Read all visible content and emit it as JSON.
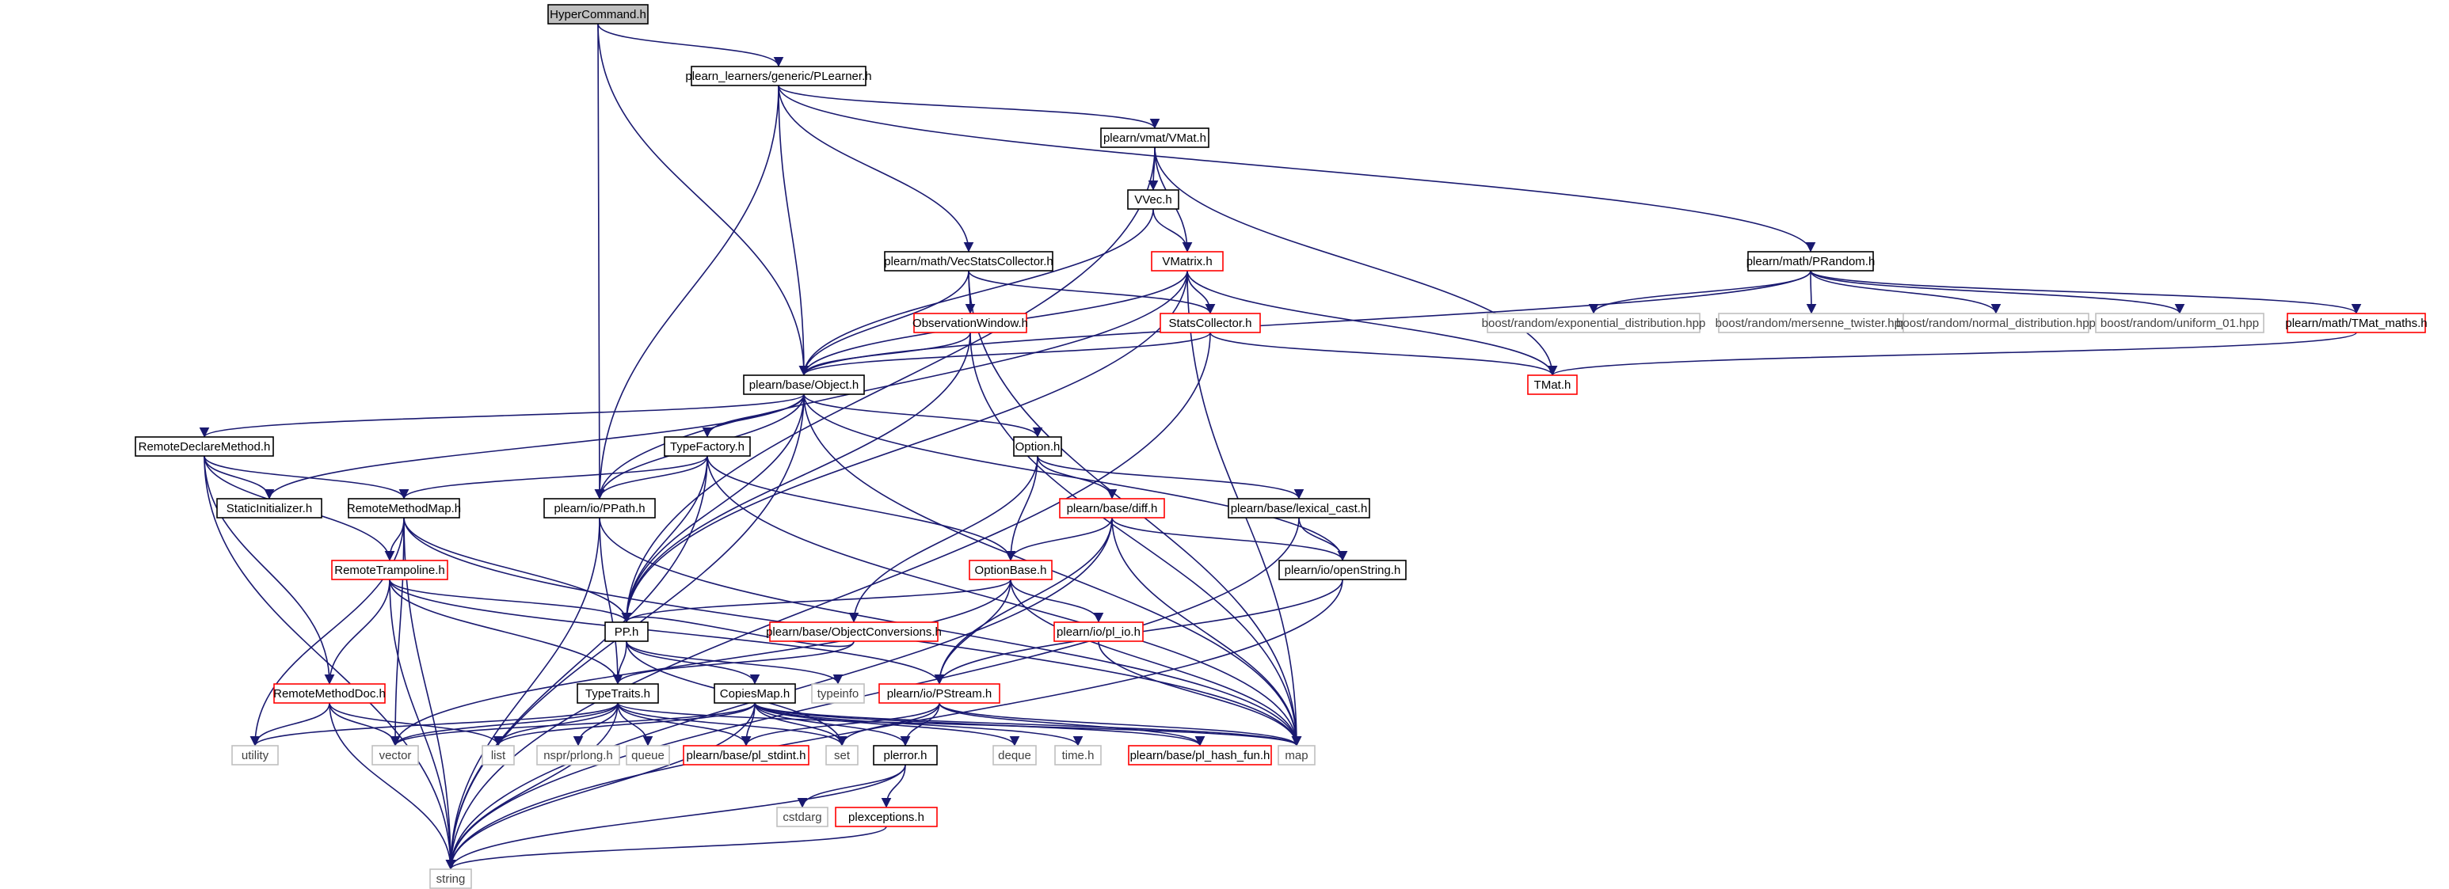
{
  "colors": {
    "edge": "#191970",
    "normal_border": "#000000",
    "missing_border": "#ff0000",
    "external_border": "#bfbfbf",
    "external_text": "#404040",
    "root_fill": "#bfbfbf",
    "text": "#000000"
  },
  "nodes": [
    {
      "id": "hypercommand",
      "label": "HyperCommand.h",
      "kind": "root"
    },
    {
      "id": "plearner",
      "label": "plearn_learners/generic/PLearner.h",
      "kind": "normal"
    },
    {
      "id": "vmat",
      "label": "plearn/vmat/VMat.h",
      "kind": "normal"
    },
    {
      "id": "vvec",
      "label": "VVec.h",
      "kind": "normal"
    },
    {
      "id": "vecstats",
      "label": "plearn/math/VecStatsCollector.h",
      "kind": "normal"
    },
    {
      "id": "vmatrix",
      "label": "VMatrix.h",
      "kind": "red"
    },
    {
      "id": "prandom",
      "label": "plearn/math/PRandom.h",
      "kind": "normal"
    },
    {
      "id": "obswin",
      "label": "ObservationWindow.h",
      "kind": "red"
    },
    {
      "id": "statscol",
      "label": "StatsCollector.h",
      "kind": "red"
    },
    {
      "id": "expdist",
      "label": "boost/random/exponential_distribution.hpp",
      "kind": "external"
    },
    {
      "id": "mersenne",
      "label": "boost/random/mersenne_twister.hpp",
      "kind": "external"
    },
    {
      "id": "normdist",
      "label": "boost/random/normal_distribution.hpp",
      "kind": "external"
    },
    {
      "id": "uniform01",
      "label": "boost/random/uniform_01.hpp",
      "kind": "external"
    },
    {
      "id": "tmatmaths",
      "label": "plearn/math/TMat_maths.h",
      "kind": "red"
    },
    {
      "id": "object",
      "label": "plearn/base/Object.h",
      "kind": "normal"
    },
    {
      "id": "tmat",
      "label": "TMat.h",
      "kind": "red"
    },
    {
      "id": "remotedeclare",
      "label": "RemoteDeclareMethod.h",
      "kind": "normal"
    },
    {
      "id": "typefactory",
      "label": "TypeFactory.h",
      "kind": "normal"
    },
    {
      "id": "option",
      "label": "Option.h",
      "kind": "normal"
    },
    {
      "id": "staticinit",
      "label": "StaticInitializer.h",
      "kind": "normal"
    },
    {
      "id": "remotemethodmap",
      "label": "RemoteMethodMap.h",
      "kind": "normal"
    },
    {
      "id": "ppath",
      "label": "plearn/io/PPath.h",
      "kind": "normal"
    },
    {
      "id": "diff",
      "label": "plearn/base/diff.h",
      "kind": "red"
    },
    {
      "id": "lexicalcast",
      "label": "plearn/base/lexical_cast.h",
      "kind": "normal"
    },
    {
      "id": "remotetramp",
      "label": "RemoteTrampoline.h",
      "kind": "red"
    },
    {
      "id": "optionbase",
      "label": "OptionBase.h",
      "kind": "red"
    },
    {
      "id": "openstring",
      "label": "plearn/io/openString.h",
      "kind": "normal"
    },
    {
      "id": "objconv",
      "label": "plearn/base/ObjectConversions.h",
      "kind": "red"
    },
    {
      "id": "plio",
      "label": "plearn/io/pl_io.h",
      "kind": "red"
    },
    {
      "id": "pp",
      "label": "PP.h",
      "kind": "normal"
    },
    {
      "id": "remotemethoddoc",
      "label": "RemoteMethodDoc.h",
      "kind": "red"
    },
    {
      "id": "typetraits",
      "label": "TypeTraits.h",
      "kind": "normal"
    },
    {
      "id": "copiesmap",
      "label": "CopiesMap.h",
      "kind": "normal"
    },
    {
      "id": "typeinfo",
      "label": "typeinfo",
      "kind": "external"
    },
    {
      "id": "pstream",
      "label": "plearn/io/PStream.h",
      "kind": "red"
    },
    {
      "id": "utility",
      "label": "utility",
      "kind": "external"
    },
    {
      "id": "vector",
      "label": "vector",
      "kind": "external"
    },
    {
      "id": "list",
      "label": "list",
      "kind": "external"
    },
    {
      "id": "nsprlong",
      "label": "nspr/prlong.h",
      "kind": "external"
    },
    {
      "id": "queue",
      "label": "queue",
      "kind": "external"
    },
    {
      "id": "plstdint",
      "label": "plearn/base/pl_stdint.h",
      "kind": "red"
    },
    {
      "id": "set",
      "label": "set",
      "kind": "external"
    },
    {
      "id": "plerror",
      "label": "plerror.h",
      "kind": "normal"
    },
    {
      "id": "deque",
      "label": "deque",
      "kind": "external"
    },
    {
      "id": "timeh",
      "label": "time.h",
      "kind": "external"
    },
    {
      "id": "plhashfun",
      "label": "plearn/base/pl_hash_fun.h",
      "kind": "red"
    },
    {
      "id": "map",
      "label": "map",
      "kind": "external"
    },
    {
      "id": "cstdarg",
      "label": "cstdarg",
      "kind": "external"
    },
    {
      "id": "plexceptions",
      "label": "plexceptions.h",
      "kind": "red"
    },
    {
      "id": "string",
      "label": "string",
      "kind": "external"
    }
  ],
  "edges": [
    [
      "hypercommand",
      "plearner"
    ],
    [
      "hypercommand",
      "ppath"
    ],
    [
      "hypercommand",
      "object"
    ],
    [
      "plearner",
      "vmat"
    ],
    [
      "plearner",
      "vecstats"
    ],
    [
      "plearner",
      "prandom"
    ],
    [
      "plearner",
      "object"
    ],
    [
      "plearner",
      "ppath"
    ],
    [
      "vmat",
      "vvec"
    ],
    [
      "vmat",
      "vmatrix"
    ],
    [
      "vmat",
      "tmat"
    ],
    [
      "vmat",
      "pp"
    ],
    [
      "vvec",
      "vmatrix"
    ],
    [
      "vvec",
      "object"
    ],
    [
      "vecstats",
      "obswin"
    ],
    [
      "vecstats",
      "statscol"
    ],
    [
      "vecstats",
      "object"
    ],
    [
      "vecstats",
      "map"
    ],
    [
      "vmatrix",
      "statscol"
    ],
    [
      "vmatrix",
      "tmat"
    ],
    [
      "vmatrix",
      "object"
    ],
    [
      "vmatrix",
      "ppath"
    ],
    [
      "vmatrix",
      "map"
    ],
    [
      "vmatrix",
      "pp"
    ],
    [
      "prandom",
      "expdist"
    ],
    [
      "prandom",
      "mersenne"
    ],
    [
      "prandom",
      "normdist"
    ],
    [
      "prandom",
      "uniform01"
    ],
    [
      "prandom",
      "tmatmaths"
    ],
    [
      "prandom",
      "object"
    ],
    [
      "tmatmaths",
      "tmat"
    ],
    [
      "obswin",
      "object"
    ],
    [
      "obswin",
      "pp"
    ],
    [
      "obswin",
      "map"
    ],
    [
      "statscol",
      "object"
    ],
    [
      "statscol",
      "tmat"
    ],
    [
      "statscol",
      "string"
    ],
    [
      "object",
      "remotedeclare"
    ],
    [
      "object",
      "typefactory"
    ],
    [
      "object",
      "option"
    ],
    [
      "object",
      "staticinit"
    ],
    [
      "object",
      "ppath"
    ],
    [
      "object",
      "pp"
    ],
    [
      "object",
      "map"
    ],
    [
      "object",
      "string"
    ],
    [
      "object",
      "openstring"
    ],
    [
      "remotedeclare",
      "staticinit"
    ],
    [
      "remotedeclare",
      "remotemethodmap"
    ],
    [
      "remotedeclare",
      "remotetramp"
    ],
    [
      "remotedeclare",
      "remotemethoddoc"
    ],
    [
      "remotedeclare",
      "string"
    ],
    [
      "typefactory",
      "remotemethodmap"
    ],
    [
      "typefactory",
      "ppath"
    ],
    [
      "typefactory",
      "pp"
    ],
    [
      "typefactory",
      "optionbase"
    ],
    [
      "typefactory",
      "map"
    ],
    [
      "typefactory",
      "string"
    ],
    [
      "option",
      "diff"
    ],
    [
      "option",
      "lexicalcast"
    ],
    [
      "option",
      "optionbase"
    ],
    [
      "option",
      "objconv"
    ],
    [
      "remotemethodmap",
      "remotetramp"
    ],
    [
      "remotemethodmap",
      "pp"
    ],
    [
      "remotemethodmap",
      "map"
    ],
    [
      "remotemethodmap",
      "vector"
    ],
    [
      "remotemethodmap",
      "utility"
    ],
    [
      "remotemethodmap",
      "string"
    ],
    [
      "ppath",
      "typetraits"
    ],
    [
      "ppath",
      "string"
    ],
    [
      "ppath",
      "map"
    ],
    [
      "diff",
      "optionbase"
    ],
    [
      "diff",
      "openstring"
    ],
    [
      "diff",
      "pstream"
    ],
    [
      "diff",
      "map"
    ],
    [
      "diff",
      "string"
    ],
    [
      "lexicalcast",
      "openstring"
    ],
    [
      "lexicalcast",
      "string"
    ],
    [
      "remotetramp",
      "pp"
    ],
    [
      "remotetramp",
      "typetraits"
    ],
    [
      "remotetramp",
      "remotemethoddoc"
    ],
    [
      "remotetramp",
      "pstream"
    ],
    [
      "remotetramp",
      "string"
    ],
    [
      "optionbase",
      "pp"
    ],
    [
      "optionbase",
      "plio"
    ],
    [
      "optionbase",
      "pstream"
    ],
    [
      "optionbase",
      "vector"
    ],
    [
      "optionbase",
      "map"
    ],
    [
      "openstring",
      "pstream"
    ],
    [
      "openstring",
      "string"
    ],
    [
      "objconv",
      "pp"
    ],
    [
      "objconv",
      "typetraits"
    ],
    [
      "plio",
      "map"
    ],
    [
      "pp",
      "typetraits"
    ],
    [
      "pp",
      "copiesmap"
    ],
    [
      "pp",
      "typeinfo"
    ],
    [
      "pp",
      "set"
    ],
    [
      "remotemethoddoc",
      "utility"
    ],
    [
      "remotemethoddoc",
      "vector"
    ],
    [
      "remotemethoddoc",
      "list"
    ],
    [
      "remotemethoddoc",
      "string"
    ],
    [
      "typetraits",
      "vector"
    ],
    [
      "typetraits",
      "list"
    ],
    [
      "typetraits",
      "nsprlong"
    ],
    [
      "typetraits",
      "queue"
    ],
    [
      "typetraits",
      "plstdint"
    ],
    [
      "typetraits",
      "set"
    ],
    [
      "typetraits",
      "map"
    ],
    [
      "typetraits",
      "string"
    ],
    [
      "typetraits",
      "utility"
    ],
    [
      "copiesmap",
      "vector"
    ],
    [
      "copiesmap",
      "list"
    ],
    [
      "copiesmap",
      "set"
    ],
    [
      "copiesmap",
      "plerror"
    ],
    [
      "copiesmap",
      "deque"
    ],
    [
      "copiesmap",
      "timeh"
    ],
    [
      "copiesmap",
      "plhashfun"
    ],
    [
      "copiesmap",
      "map"
    ],
    [
      "copiesmap",
      "plstdint"
    ],
    [
      "copiesmap",
      "string"
    ],
    [
      "pstream",
      "plstdint"
    ],
    [
      "pstream",
      "set"
    ],
    [
      "pstream",
      "plerror"
    ],
    [
      "pstream",
      "plhashfun"
    ],
    [
      "pstream",
      "map"
    ],
    [
      "plerror",
      "cstdarg"
    ],
    [
      "plerror",
      "plexceptions"
    ],
    [
      "plerror",
      "string"
    ],
    [
      "plexceptions",
      "string"
    ]
  ]
}
